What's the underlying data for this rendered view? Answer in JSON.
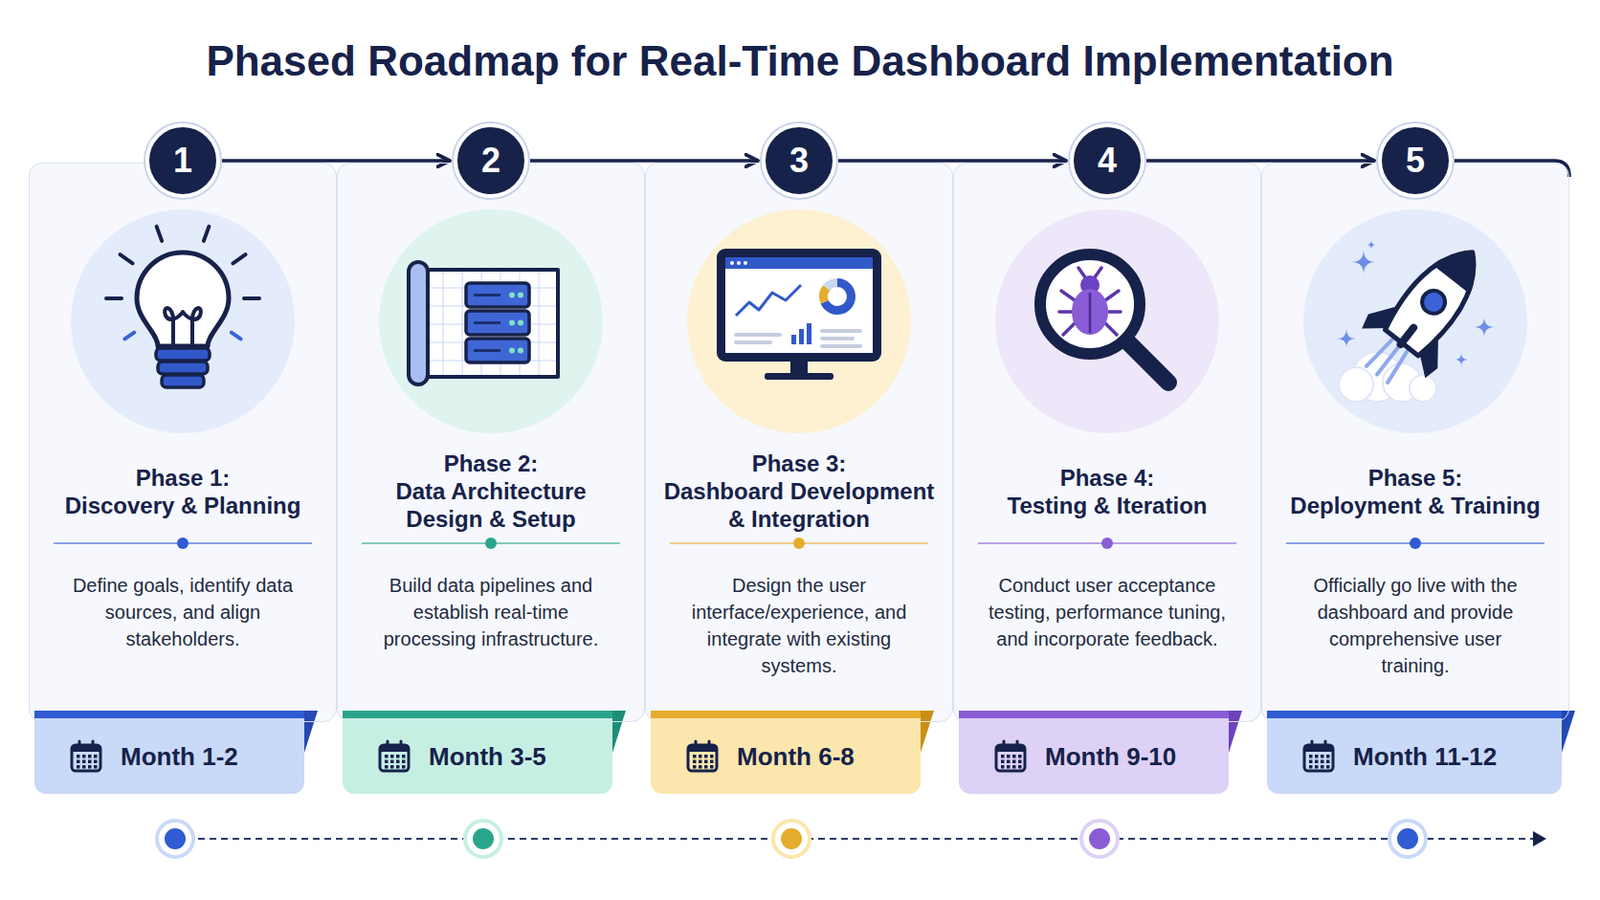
{
  "diagram": {
    "title": "Phased Roadmap for Real-Time Dashboard Implementation",
    "nodes": [
      {
        "text": [
          "1"
        ]
      },
      {
        "text": [
          "Phase 1:",
          "Discovery & Planning",
          "Define goals, identify data sources, and align stakeholders."
        ]
      },
      {
        "text": [
          "Month 1-2"
        ]
      },
      {
        "text": [
          "2"
        ]
      },
      {
        "text": [
          "Phase 2:",
          "Data Architecture Design & Setup",
          "Build data pipelines and establish real-time processing infrastructure."
        ]
      },
      {
        "text": [
          "Month 3-5"
        ]
      },
      {
        "text": [
          "3"
        ]
      },
      {
        "text": [
          "Phase 3:",
          "Dashboard Development & Integration",
          "Design the user interface/experience, and integrate with existing systems."
        ]
      },
      {
        "text": [
          "Month 6-8"
        ]
      },
      {
        "text": [
          "4"
        ]
      },
      {
        "text": [
          "Phase 4:",
          "Testing & Iteration",
          "Conduct user acceptance testing, performance tuning, and incorporate feedback."
        ]
      },
      {
        "text": [
          "Month 9-10"
        ]
      },
      {
        "text": [
          "5"
        ]
      },
      {
        "text": [
          "Phase 5:",
          "Deployment & Training",
          "Officially go live with the dashboard and provide comprehensive user training."
        ]
      },
      {
        "text": [
          "Month 11-12"
        ]
      }
    ],
    "edges": [
      {
        "from": 0,
        "to": 3,
        "arrow": "to"
      },
      {
        "from": 3,
        "to": 6,
        "arrow": "to"
      },
      {
        "from": 6,
        "to": 9,
        "arrow": "to"
      },
      {
        "from": 9,
        "to": 12,
        "arrow": "to"
      }
    ]
  }
}
